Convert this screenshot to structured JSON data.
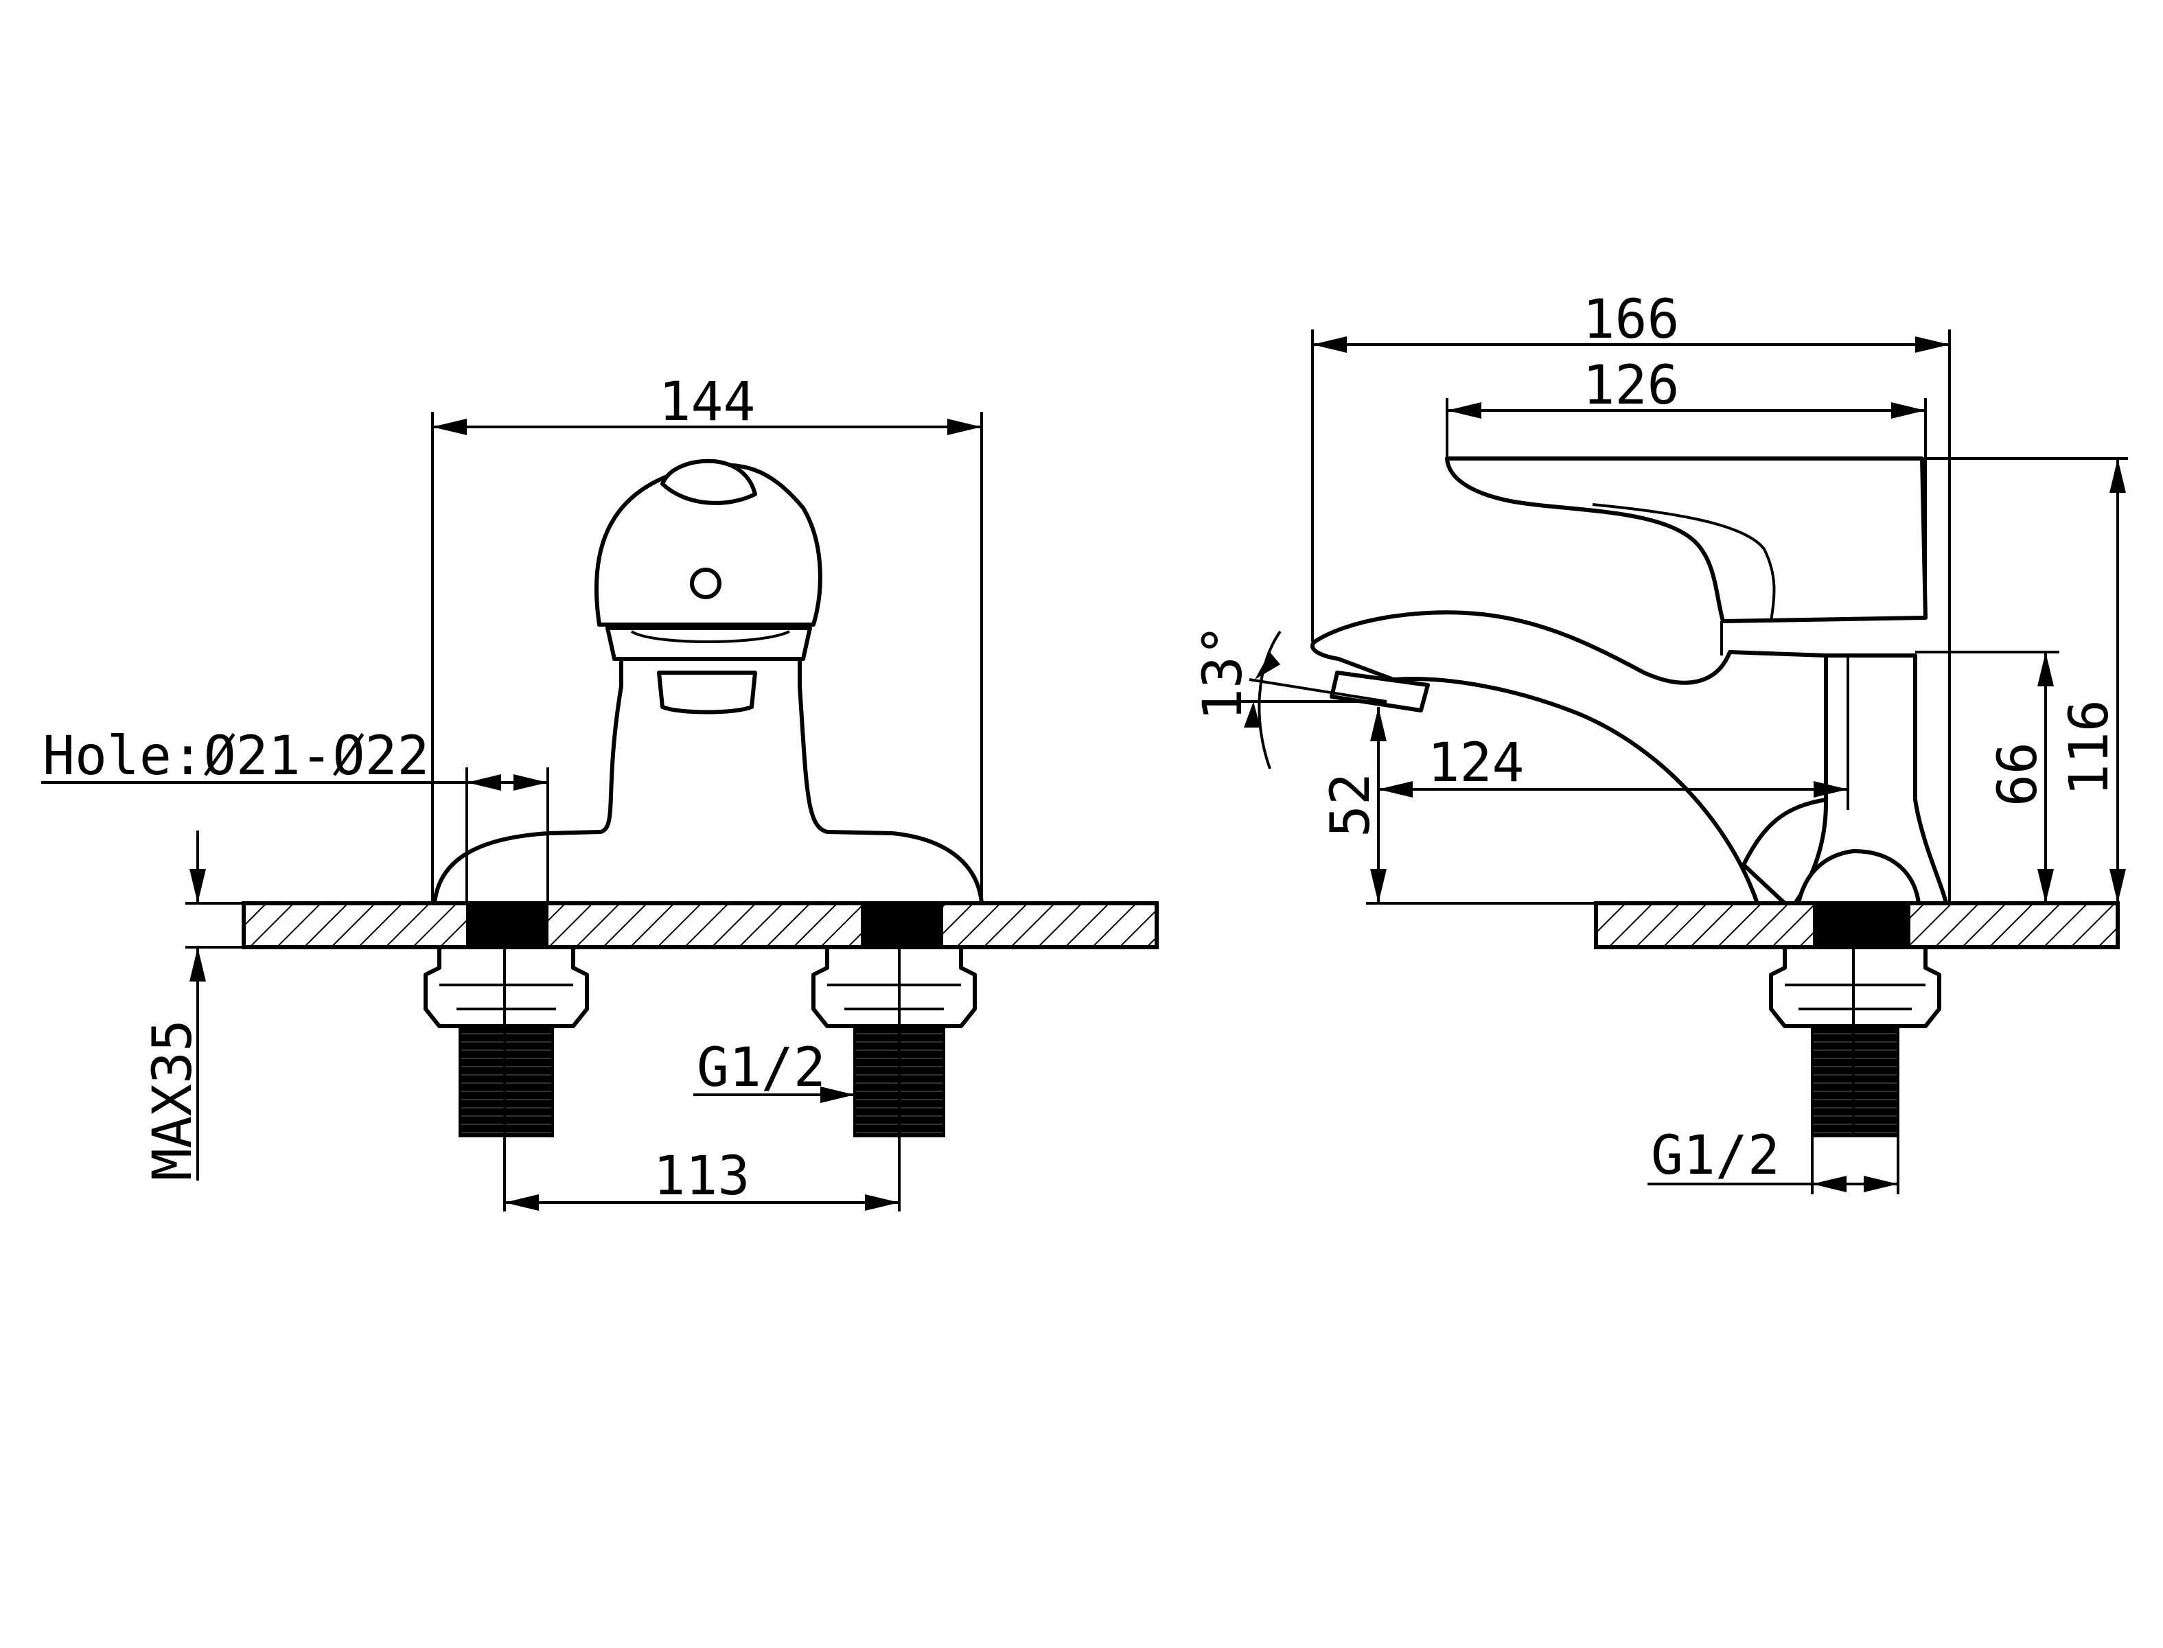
{
  "front_view": {
    "width": "144",
    "hole": "Hole:Ø21-Ø22",
    "max_thickness": "MAX35",
    "thread": "G1/2",
    "centers": "113"
  },
  "side_view": {
    "overall_length": "166",
    "handle_length": "126",
    "spout_reach": "124",
    "spout_angle": "13°",
    "spout_height": "52",
    "body_height": "66",
    "overall_height": "116",
    "thread": "G1/2"
  }
}
